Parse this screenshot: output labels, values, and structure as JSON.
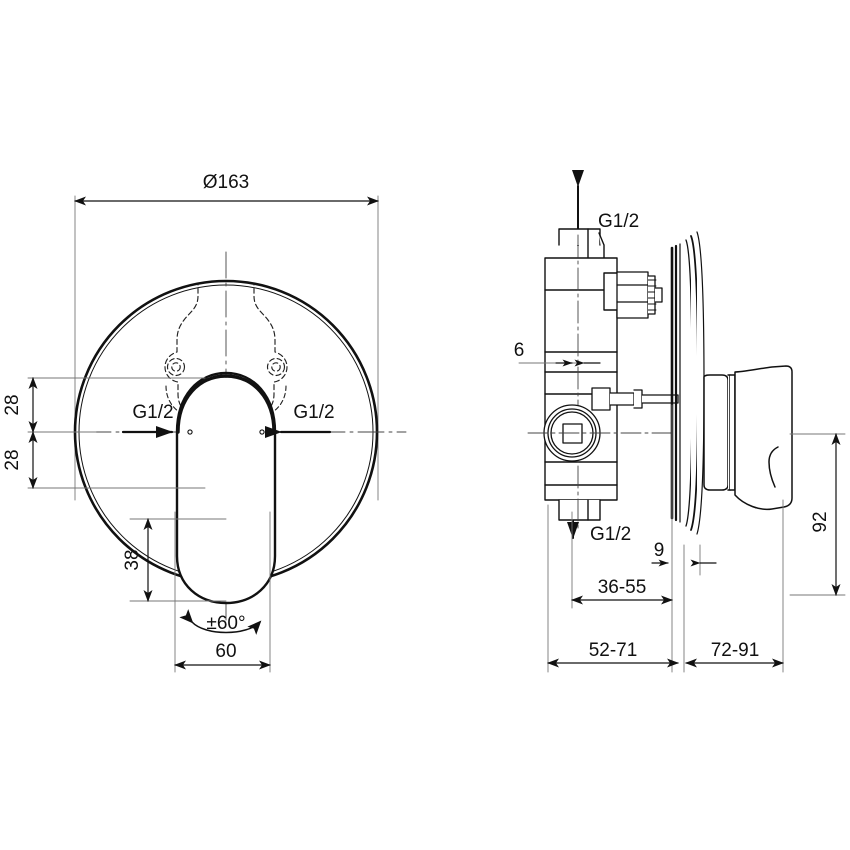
{
  "drawing": {
    "type": "technical-dimension-drawing",
    "subject": "concealed single-lever bath/shower mixer valve",
    "units": "mm",
    "views": [
      {
        "name": "front-view",
        "description": "circular escutcheon plate with lever handle"
      },
      {
        "name": "side-section-view",
        "description": "valve body, rough-in chassis and lever profile"
      }
    ]
  },
  "front_view": {
    "diameter_label": "Ø163",
    "offset_top_label": "28",
    "offset_bottom_label": "28",
    "handle_drop_label": "38",
    "handle_width_label": "60",
    "rotation_label": "±60°",
    "inlet_left_label": "G1/2",
    "inlet_right_label": "G1/2"
  },
  "side_view": {
    "outlet_top_label": "G1/2",
    "outlet_bottom_label": "G1/2",
    "wall_thickness_label": "6",
    "plate_gap_label": "9",
    "rough_in_depth_label": "36-55",
    "body_depth_label": "52-71",
    "projection_label": "72-91",
    "handle_height_label": "92"
  },
  "style": {
    "line_color": "#1a1a1a",
    "thin_line_color": "#555555",
    "background": "#ffffff"
  }
}
